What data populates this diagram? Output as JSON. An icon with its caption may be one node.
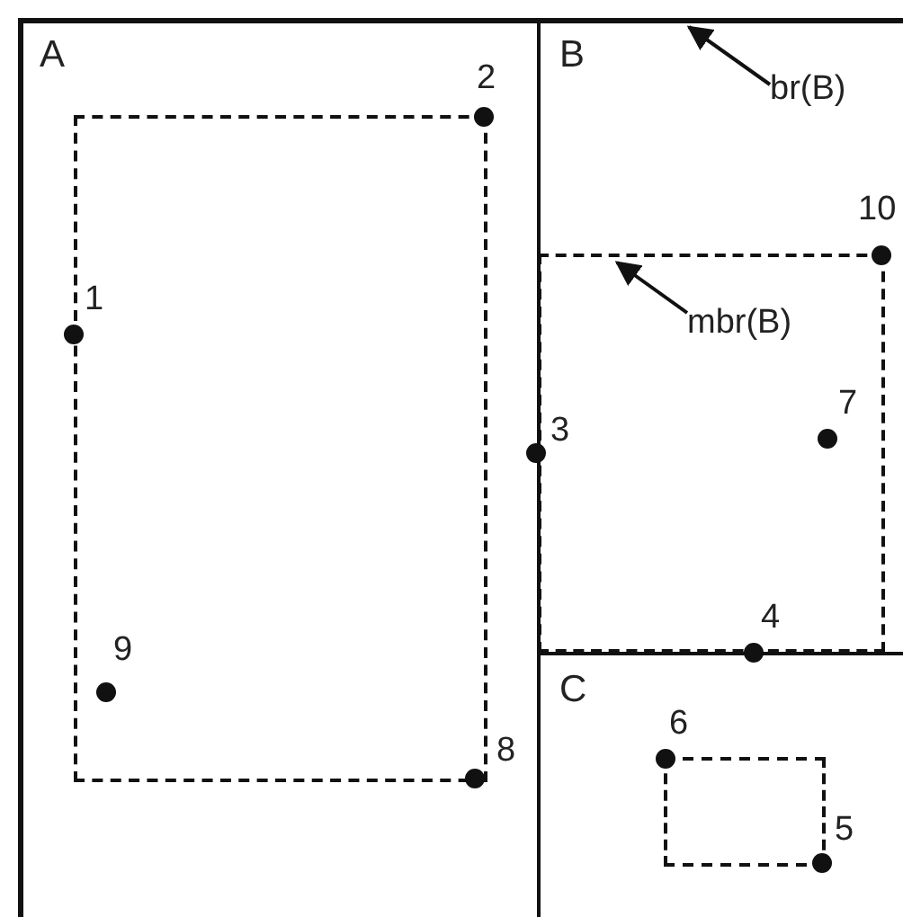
{
  "diagram": {
    "nodes": [
      {
        "text": [
          "A"
        ]
      },
      {
        "text": [],
        "shape": "box",
        "in": 0
      },
      {
        "text": [
          "B"
        ]
      },
      {
        "text": [],
        "shape": "box",
        "in": 2
      },
      {
        "text": [
          "C"
        ]
      },
      {
        "text": [],
        "shape": "box",
        "in": 4
      },
      {
        "text": [
          "br(B)"
        ],
        "in": 2
      },
      {
        "text": [
          "mbr(B)"
        ],
        "in": 3
      }
    ],
    "edges": [
      {
        "from": 6,
        "to": 2,
        "arrow": "to"
      },
      {
        "from": 7,
        "to": 3,
        "arrow": "to"
      }
    ],
    "labels": [
      "2",
      "10",
      "1",
      "7",
      "3",
      "4",
      "9",
      "6",
      "8",
      "5"
    ]
  }
}
